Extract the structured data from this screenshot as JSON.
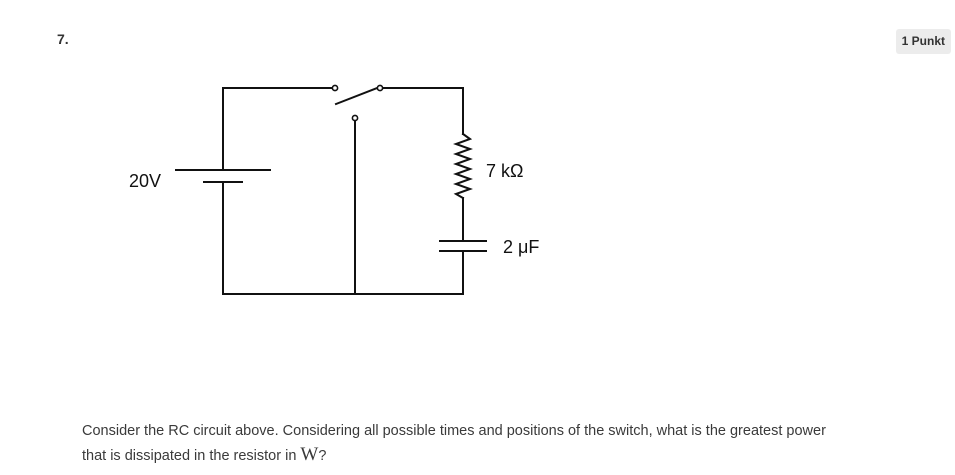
{
  "question": {
    "number": "7.",
    "points": "1 Punkt",
    "text": "Consider the RC circuit above. Considering all possible times and positions of the switch, what is the greatest power that is dissipated in the resistor in",
    "unit": "W",
    "end_mark": "?"
  },
  "circuit": {
    "battery_label": "20V",
    "resistor_label": "7 kΩ",
    "capacitor_label": "2 μF"
  }
}
